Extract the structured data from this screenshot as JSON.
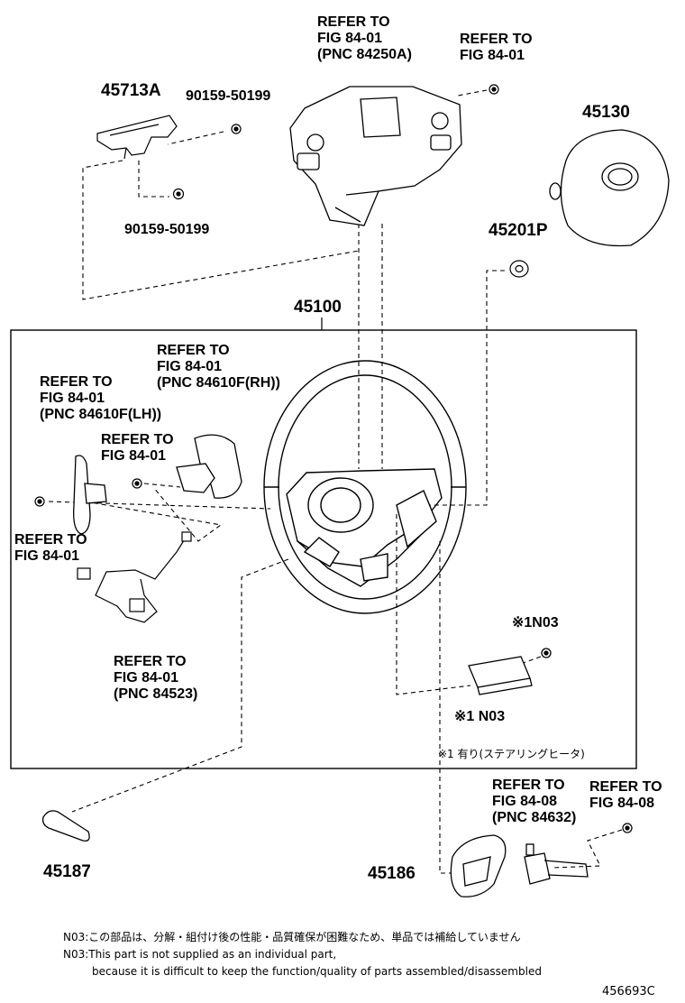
{
  "labels": {
    "refer_top": "REFER TO\nFIG 84-01\n(PNC 84250A)",
    "refer_top_right": "REFER TO\nFIG 84-01",
    "part_45713a": "45713A",
    "part_90159_upper": "90159-50199",
    "part_90159_lower": "90159-50199",
    "part_45130": "45130",
    "part_45201p": "45201P",
    "part_45100": "45100",
    "refer_rh": "REFER TO\nFIG 84-01\n(PNC 84610F(RH))",
    "refer_lh": "REFER TO\nFIG 84-01\n(PNC 84610F(LH))",
    "refer_mid": "REFER TO\nFIG 84-01",
    "refer_left": "REFER TO\nFIG 84-01",
    "refer_harness": "REFER TO\nFIG 84-01\n(PNC 84523)",
    "n03_upper": "※1N03",
    "n03_lower": "※1 N03",
    "heater_note": "※1 有り(ステアリングヒータ)",
    "refer_84632": "REFER TO\nFIG 84-08\n(PNC 84632)",
    "refer_84_08": "REFER TO\nFIG 84-08",
    "part_45187": "45187",
    "part_45186": "45186"
  },
  "footer": {
    "note_jp": "N03:この部品は、分解・組付け後の性能・品質確保が困難なため、単品では補給していません",
    "note_en_1": "N03:This part is not supplied as an individual part,",
    "note_en_2": "because it is difficult to keep the function/quality of parts assembled/disassembled",
    "figure_id": "456693C"
  }
}
